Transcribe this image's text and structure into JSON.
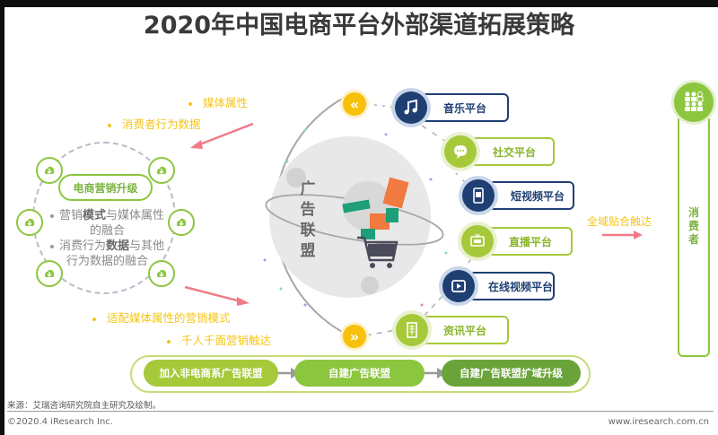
{
  "title": "2020年中国电商平台外部渠道拓展策略",
  "left_section": {
    "top_bullets": [
      "媒体属性",
      "消费者行为数据"
    ],
    "center_pill": "电商营销升级",
    "points": [
      {
        "pre": "营销",
        "bold": "模式",
        "post": "与媒体属性的融合"
      },
      {
        "pre": "消费行为",
        "bold": "数据",
        "post": "与其他行为数据的融合"
      }
    ],
    "bottom_bullets": [
      "适配媒体属性的营销模式",
      "千人千面营销触达"
    ],
    "node_icon": "cloud-download-icon"
  },
  "center": {
    "label_chars": [
      "广",
      "告",
      "联",
      "盟"
    ],
    "illustration": "shopping-cart-with-products"
  },
  "platforms": [
    {
      "label": "音乐平台",
      "icon": "music-note-icon",
      "style": "blue"
    },
    {
      "label": "社交平台",
      "icon": "chat-bubble-icon",
      "style": "green"
    },
    {
      "label": "短视频平台",
      "icon": "phone-video-icon",
      "style": "blue"
    },
    {
      "label": "直播平台",
      "icon": "live-tv-icon",
      "style": "green"
    },
    {
      "label": "在线视频平台",
      "icon": "play-button-icon",
      "style": "blue"
    },
    {
      "label": "资讯平台",
      "icon": "news-document-icon",
      "style": "green"
    }
  ],
  "reach_label": "全域贴合触达",
  "consumer": {
    "label_chars": [
      "消",
      "费",
      "者"
    ],
    "icon": "people-group-icon"
  },
  "stages": [
    "加入非电商系广告联盟",
    "自建广告联盟",
    "自建广告联盟扩域升级"
  ],
  "footer": {
    "source": "来源：艾瑞咨询研究院自主研究及绘制。",
    "copyright": "©2020.4 iResearch Inc.",
    "website": "www.iresearch.com.cn"
  },
  "colors": {
    "green": "#8cc63f",
    "lime": "#a6c93a",
    "navy": "#1f3f73",
    "yellow": "#f7c10b",
    "pink_arrow": "#ef7b86",
    "title": "#3a3a3a"
  }
}
